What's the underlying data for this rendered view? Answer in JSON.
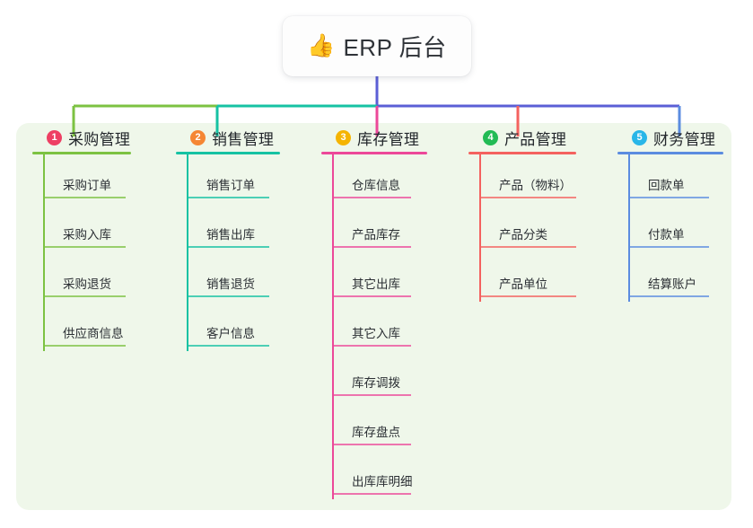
{
  "diagram": {
    "type": "mind-map",
    "title": "ERP 后台",
    "root": {
      "emoji": "👍",
      "emoji_name": "thumbs-up-emoji",
      "label": "ERP 后台"
    },
    "panel_color": "#eff7ea",
    "background_color": "#ffffff",
    "root_connector_color": "#5b5fd6",
    "branches": [
      {
        "number": "1",
        "label": "采购管理",
        "color": "#7cc242",
        "badge_color": "#ee3f63",
        "children": [
          "采购订单",
          "采购入库",
          "采购退货",
          "供应商信息"
        ]
      },
      {
        "number": "2",
        "label": "销售管理",
        "color": "#16c2a3",
        "badge_color": "#f58634",
        "children": [
          "销售订单",
          "销售出库",
          "销售退货",
          "客户信息"
        ]
      },
      {
        "number": "3",
        "label": "库存管理",
        "color": "#ec4899",
        "badge_color": "#f5b400",
        "children": [
          "仓库信息",
          "产品库存",
          "其它出库",
          "其它入库",
          "库存调拨",
          "库存盘点",
          "出库库明细"
        ]
      },
      {
        "number": "4",
        "label": "产品管理",
        "color": "#f4625f",
        "badge_color": "#22bb55",
        "children": [
          "产品（物料）",
          "产品分类",
          "产品单位"
        ]
      },
      {
        "number": "5",
        "label": "财务管理",
        "color": "#5b8ce0",
        "badge_color": "#29b6e8",
        "children": [
          "回款单",
          "付款单",
          "结算账户"
        ]
      }
    ]
  }
}
